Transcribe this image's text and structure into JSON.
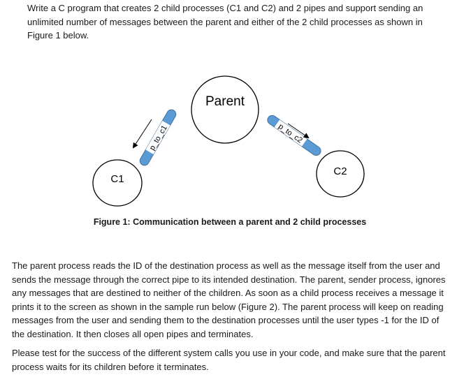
{
  "intro": "Write a C program that creates 2 child processes (C1 and C2) and 2 pipes and support sending an unlimited number of messages between the parent and either of the 2 child processes as shown in Figure 1 below.",
  "figure": {
    "parent_label": "Parent",
    "c1_label": "C1",
    "c2_label": "C2",
    "pipe1_label": "p_to_c1",
    "pipe2_label": "p_to_c2",
    "caption": "Figure 1: Communication between a parent and 2 child processes",
    "colors": {
      "pipe_fill": "#5b9bd5",
      "pipe_stroke": "#41719c",
      "outline": "#000000"
    }
  },
  "body": [
    "The parent process reads the ID of the destination process as well as the message itself from the user and sends the message through the correct pipe to its intended destination. The parent, sender process, ignores any messages that are destined to neither of the children. As soon as a child process receives a message it prints it to the screen as shown in the sample run below (Figure 2). The parent process will keep on reading messages from the user and sending them to the destination processes until the user types -1 for the ID of the destination. It then closes all open pipes and terminates.",
    "Please test for the success of the different system calls you use in your code, and make sure that the parent process waits for its children before it terminates."
  ]
}
